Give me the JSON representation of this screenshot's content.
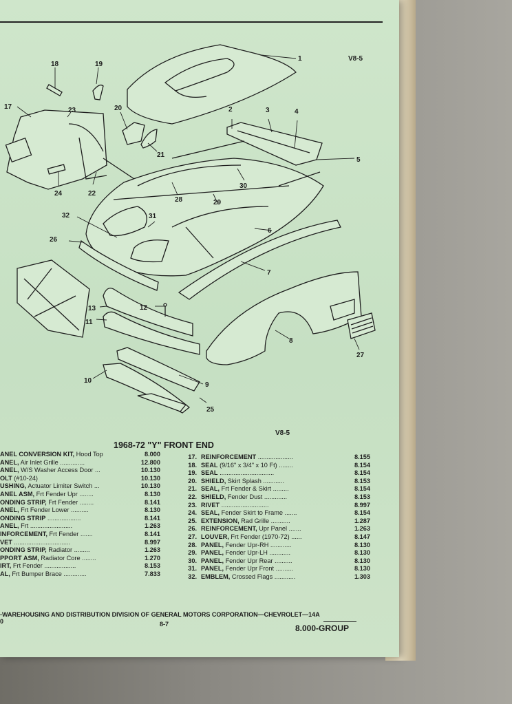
{
  "header": {
    "section_code_top": "V8-5",
    "section_code_bottom": "V8-5"
  },
  "callouts": [
    "1",
    "2",
    "3",
    "4",
    "5",
    "6",
    "7",
    "8",
    "9",
    "10",
    "11",
    "12",
    "13",
    "17",
    "18",
    "19",
    "20",
    "21",
    "22",
    "23",
    "24",
    "25",
    "26",
    "27",
    "28",
    "29",
    "30",
    "31",
    "32"
  ],
  "parts_list": {
    "title": "1968-72 \"Y\" FRONT END",
    "left": [
      {
        "bold": "ANEL CONVERSION KIT,",
        "text": " Hood Top",
        "group": "8.000"
      },
      {
        "bold": "ANEL,",
        "text": " Air Inlet Grille ..............",
        "group": "12.800"
      },
      {
        "bold": "ANEL,",
        "text": " W/S Washer Access Door  ...",
        "group": "10.130"
      },
      {
        "bold": "OLT",
        "text": " (#10-24)",
        "group": "10.130"
      },
      {
        "bold": "USHING,",
        "text": " Actuator Limiter Switch  ...",
        "group": "10.130"
      },
      {
        "bold": "ANEL ASM,",
        "text": " Frt Fender Upr  ........",
        "group": "8.130"
      },
      {
        "bold": "ONDING STRIP,",
        "text": " Frt Fender  ........",
        "group": "8.141"
      },
      {
        "bold": "ANEL,",
        "text": " Frt Fender Lower  ..........",
        "group": "8.130"
      },
      {
        "bold": "ONDING STRIP",
        "text": " ...................",
        "group": "8.141"
      },
      {
        "bold": "ANEL,",
        "text": " Frt  ........................",
        "group": "1.263"
      },
      {
        "bold": "INFORCEMENT,",
        "text": " Frt Fender  .......",
        "group": "8.141"
      },
      {
        "bold": "VET",
        "text": " ................................",
        "group": "8.997"
      },
      {
        "bold": "ONDING STRIP,",
        "text": " Radiator  .........",
        "group": "1.263"
      },
      {
        "bold": "PPORT ASM,",
        "text": " Radiator Core  ........",
        "group": "1.270"
      },
      {
        "bold": "IRT,",
        "text": " Frt Fender  ..................",
        "group": "8.153"
      },
      {
        "bold": "AL,",
        "text": " Frt Bumper Brace  .............",
        "group": "7.833"
      }
    ],
    "right": [
      {
        "num": "17.",
        "bold": "REINFORCEMENT",
        "text": " ....................",
        "group": "8.155"
      },
      {
        "num": "18.",
        "bold": "SEAL",
        "text": " (9/16\" x 3/4\" x 10 Ft)  ........",
        "group": "8.154"
      },
      {
        "num": "19.",
        "bold": "SEAL",
        "text": " ...............................",
        "group": "8.154"
      },
      {
        "num": "20.",
        "bold": "SHIELD,",
        "text": " Skirt Splash  ............",
        "group": "8.153"
      },
      {
        "num": "21.",
        "bold": "SEAL,",
        "text": " Frt Fender & Skirt  .........",
        "group": "8.154"
      },
      {
        "num": "22.",
        "bold": "SHIELD,",
        "text": " Fender Dust  .............",
        "group": "8.153"
      },
      {
        "num": "23.",
        "bold": "RIVET",
        "text": " ...........................",
        "group": "8.997"
      },
      {
        "num": "24.",
        "bold": "SEAL,",
        "text": " Fender Skirt to Frame  .......",
        "group": "8.154"
      },
      {
        "num": "25.",
        "bold": "EXTENSION,",
        "text": " Rad Grille  ...........",
        "group": "1.287"
      },
      {
        "num": "26.",
        "bold": "REINFORCEMENT,",
        "text": " Upr Panel  .......",
        "group": "1.263"
      },
      {
        "num": "27.",
        "bold": "LOUVER,",
        "text": " Frt Fender (1970-72)  ......",
        "group": "8.147"
      },
      {
        "num": "28.",
        "bold": "PANEL,",
        "text": " Fender Upr-RH  ............",
        "group": "8.130"
      },
      {
        "num": "29.",
        "bold": "PANEL,",
        "text": " Fender Upr-LH  ............",
        "group": "8.130"
      },
      {
        "num": "30.",
        "bold": "PANEL,",
        "text": " Fender Upr Rear  ..........",
        "group": "8.130"
      },
      {
        "num": "31.",
        "bold": "PANEL,",
        "text": " Fender Upr Front  ..........",
        "group": "8.130"
      },
      {
        "num": "32.",
        "bold": "EMBLEM,",
        "text": " Crossed Flags  ............",
        "group": "1.303"
      }
    ]
  },
  "footer": {
    "publisher_line": "-WAREHOUSING AND DISTRIBUTION  DIVISION OF GENERAL MOTORS CORPORATION—CHEVROLET—14A",
    "left_mark": "0",
    "page_number": "8-7",
    "group_label": "8.000-GROUP"
  }
}
